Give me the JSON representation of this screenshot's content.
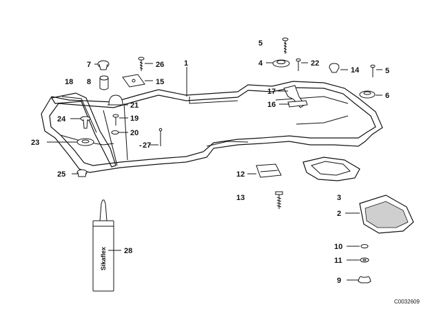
{
  "diagram": {
    "id": "C0032609",
    "tube_label": "Sikaflex",
    "callouts": {
      "c1": "1",
      "c2": "2",
      "c3": "3",
      "c4": "4",
      "c5a": "5",
      "c5b": "5",
      "c6": "6",
      "c7": "7",
      "c8": "8",
      "c9": "9",
      "c10": "10",
      "c11": "11",
      "c12": "12",
      "c13": "13",
      "c14": "14",
      "c15": "15",
      "c16": "16",
      "c17": "17",
      "c18": "18",
      "c19": "19",
      "c20": "20",
      "c21": "21",
      "c22": "22",
      "c23": "23",
      "c24": "24",
      "c25": "25",
      "c26": "26",
      "c27": "27",
      "c28": "28"
    }
  }
}
